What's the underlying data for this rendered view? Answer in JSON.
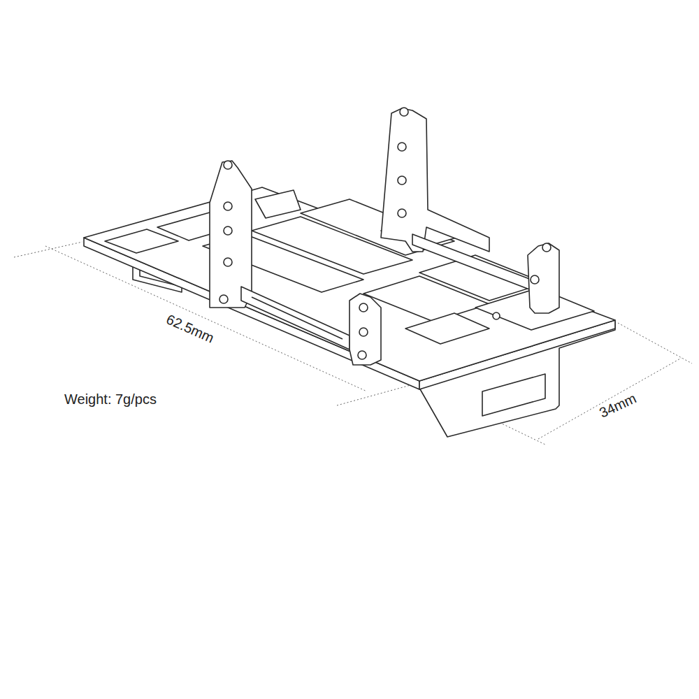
{
  "diagram": {
    "labels": [
      "62.5mm",
      "34mm",
      "Weight: 7g/pcs"
    ]
  }
}
